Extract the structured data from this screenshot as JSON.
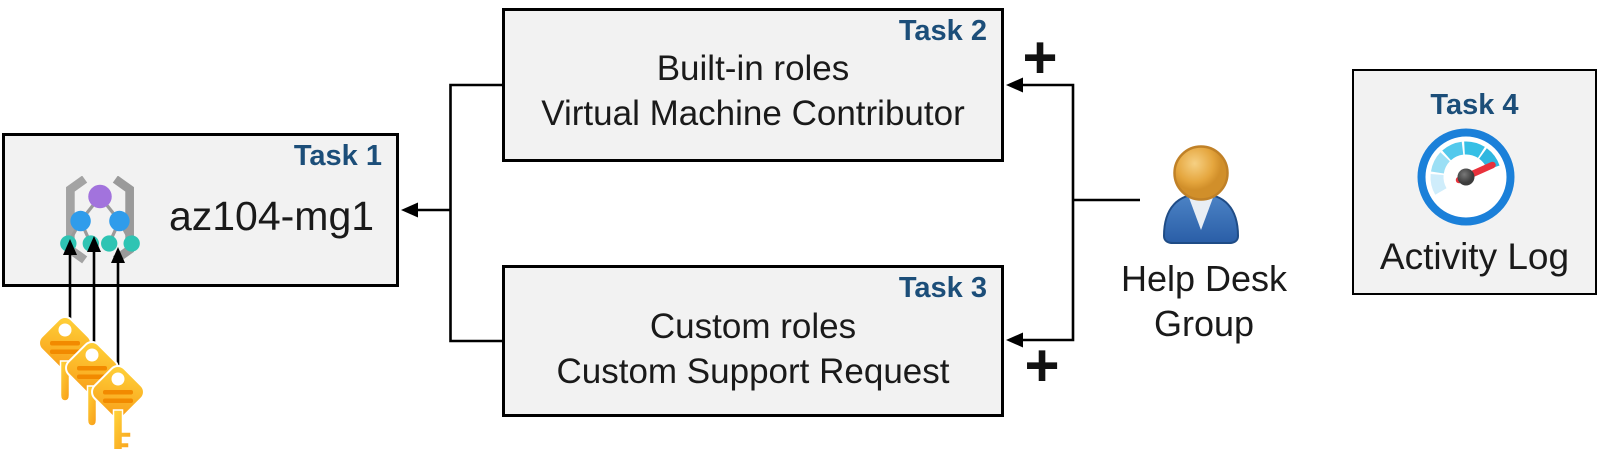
{
  "diagram": {
    "task1": {
      "label": "Task 1",
      "title": "az104-mg1"
    },
    "task2": {
      "label": "Task 2",
      "line1": "Built-in roles",
      "line2": "Virtual Machine Contributor"
    },
    "task3": {
      "label": "Task 3",
      "line1": "Custom roles",
      "line2": "Custom Support Request"
    },
    "task4": {
      "label": "Task 4",
      "caption": "Activity Log"
    },
    "help_desk": {
      "line1": "Help Desk",
      "line2": "Group"
    },
    "plus": "+"
  },
  "icons": {
    "task1_icon": "management-group-icon",
    "task4_icon": "activity-log-gauge-icon",
    "help_desk_icon": "user-person-icon",
    "keys_icon": "key-icon"
  },
  "colors": {
    "background": "#ffffff",
    "box_fill": "#f2f2f2",
    "box_border": "#000000",
    "task_label_blue": "#1c4e79",
    "body_text": "#1a1a1a",
    "connector_black": "#000000",
    "key_gold_light": "#ffd43b",
    "key_gold_dark": "#f9a31c",
    "key_stripe_orange": "#f28a00",
    "gauge_ring_blue": "#1b80d9",
    "gauge_needle_red": "#e8323c",
    "gauge_hub_gray": "#4a4a4a",
    "gauge_arc_light": "#cfedfb",
    "gauge_arc_dark": "#2fb7e0",
    "person_body_blue": "#3a74b8",
    "person_head_gold": "#e5a63e",
    "mg_bracket_gray": "#a3a3a3",
    "mg_root_purple": "#a273dd",
    "mg_node_blue": "#2f9ceb",
    "mg_leaf_teal": "#2ec4b3"
  }
}
